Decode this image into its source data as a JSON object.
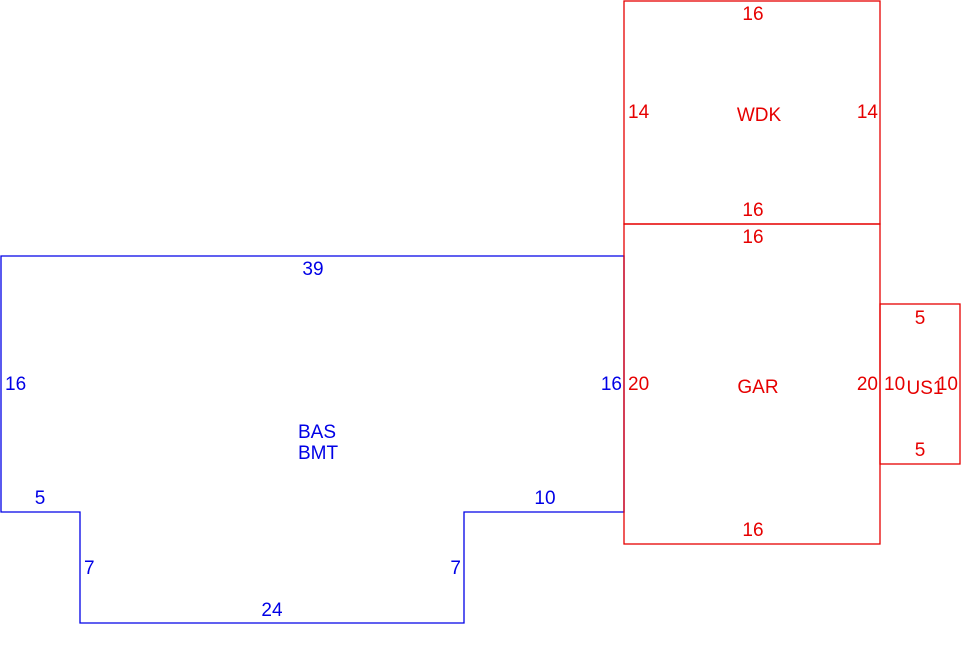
{
  "colors": {
    "basement": "#0000e6",
    "additions": "#e60000"
  },
  "areas": {
    "bas": {
      "labels": [
        "BAS",
        "BMT"
      ],
      "dims": {
        "top": "39",
        "left": "16",
        "right": "16",
        "bottom_left": "5",
        "bottom_right": "10",
        "notch_left": "7",
        "notch_right": "7",
        "bottom": "24"
      }
    },
    "wdk": {
      "label": "WDK",
      "dims": {
        "top": "16",
        "bottom": "16",
        "left": "14",
        "right": "14"
      }
    },
    "gar": {
      "label": "GAR",
      "dims": {
        "top": "16",
        "bottom": "16",
        "left": "20",
        "right": "20"
      }
    },
    "us1": {
      "label": "US1",
      "dims": {
        "top": "5",
        "bottom": "5",
        "left": "10",
        "right": "10"
      }
    }
  }
}
